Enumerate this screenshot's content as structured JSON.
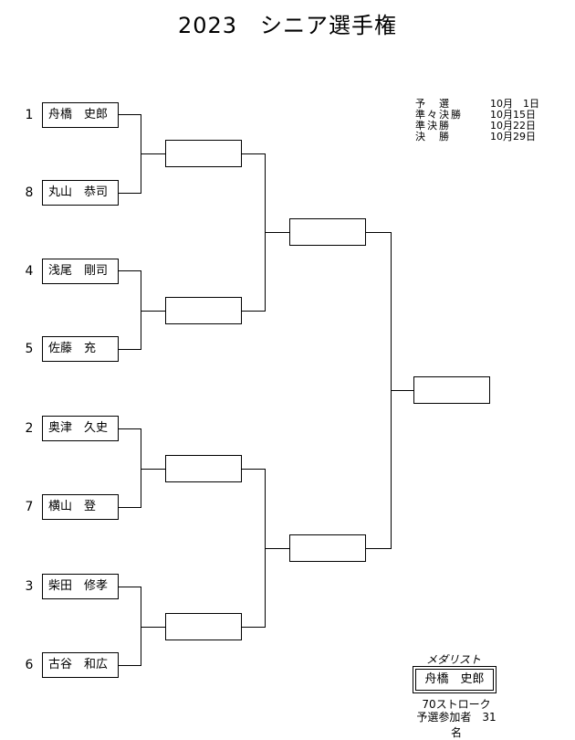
{
  "title": "2023　シニア選手権",
  "players": [
    {
      "seed": "1",
      "name": "舟橋　史郎"
    },
    {
      "seed": "8",
      "name": "丸山　恭司"
    },
    {
      "seed": "4",
      "name": "浅尾　剛司"
    },
    {
      "seed": "5",
      "name": "佐藤　充"
    },
    {
      "seed": "2",
      "name": "奥津　久史"
    },
    {
      "seed": "7",
      "name": "横山　登"
    },
    {
      "seed": "3",
      "name": "柴田　修孝"
    },
    {
      "seed": "6",
      "name": "古谷　和広"
    }
  ],
  "schedule": [
    {
      "label": "予　選",
      "date": "10月　1日"
    },
    {
      "label": "準々決勝",
      "date": "10月15日"
    },
    {
      "label": "準決勝",
      "date": "10月22日"
    },
    {
      "label": "決　勝",
      "date": "10月29日"
    }
  ],
  "medalist": {
    "label": "メダリスト",
    "name": "舟橋　史郎",
    "score": "70ストローク",
    "participants": "予選参加者　31名"
  }
}
